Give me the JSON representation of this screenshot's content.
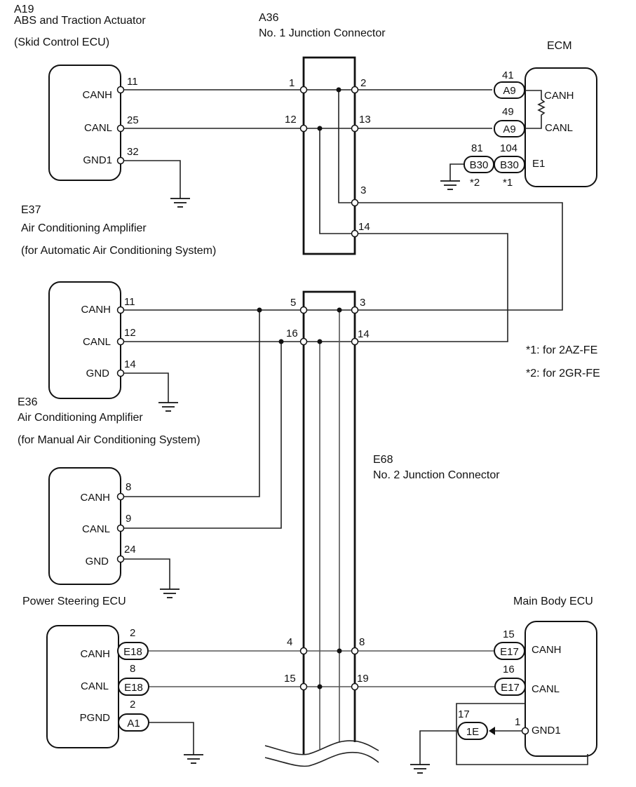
{
  "components": {
    "a19": {
      "code": "A19",
      "name": "ABS and Traction Actuator",
      "sub": "(Skid Control ECU)",
      "pins": [
        {
          "sig": "CANH",
          "num": "11"
        },
        {
          "sig": "CANL",
          "num": "25"
        },
        {
          "sig": "GND1",
          "num": "32"
        }
      ]
    },
    "a36": {
      "code": "A36",
      "name": "No. 1 Junction Connector",
      "pins": {
        "p1": "1",
        "p12": "12",
        "p2": "2",
        "p13": "13",
        "p3": "3",
        "p14": "14"
      }
    },
    "ecm": {
      "name": "ECM",
      "pins": [
        {
          "sig": "CANH",
          "num": "41",
          "conn": "A9"
        },
        {
          "sig": "CANL",
          "num": "49",
          "conn": "A9"
        },
        {
          "sig": "E1",
          "num": "104",
          "conn": "B30",
          "note": "*1"
        }
      ],
      "alt": {
        "num": "81",
        "conn": "B30",
        "note": "*2"
      }
    },
    "e37": {
      "code": "E37",
      "name": "Air Conditioning Amplifier",
      "sub": "(for Automatic Air Conditioning System)",
      "pins": [
        {
          "sig": "CANH",
          "num": "11"
        },
        {
          "sig": "CANL",
          "num": "12"
        },
        {
          "sig": "GND",
          "num": "14"
        }
      ]
    },
    "e68": {
      "code": "E68",
      "name": "No. 2 Junction Connector",
      "pins": {
        "p5": "5",
        "p16": "16",
        "p3": "3",
        "p14": "14",
        "p4": "4",
        "p15": "15",
        "p8": "8",
        "p19": "19"
      }
    },
    "e36": {
      "code": "E36",
      "name": "Air Conditioning Amplifier",
      "sub": "(for Manual Air Conditioning System)",
      "pins": [
        {
          "sig": "CANH",
          "num": "8"
        },
        {
          "sig": "CANL",
          "num": "9"
        },
        {
          "sig": "GND",
          "num": "24"
        }
      ]
    },
    "ps": {
      "name": "Power Steering ECU",
      "pins": [
        {
          "sig": "CANH",
          "num": "2",
          "conn": "E18"
        },
        {
          "sig": "CANL",
          "num": "8",
          "conn": "E18"
        },
        {
          "sig": "PGND",
          "num": "2",
          "conn": "A1"
        }
      ]
    },
    "mb": {
      "name": "Main Body ECU",
      "pins": [
        {
          "sig": "CANH",
          "num": "15",
          "conn": "E17"
        },
        {
          "sig": "CANL",
          "num": "16",
          "conn": "E17"
        },
        {
          "sig": "GND1",
          "num": "1"
        }
      ],
      "gnd_conn": {
        "num": "17",
        "conn": "1E"
      }
    }
  },
  "notes": [
    "*1: for 2AZ-FE",
    "*2: for 2GR-FE"
  ]
}
